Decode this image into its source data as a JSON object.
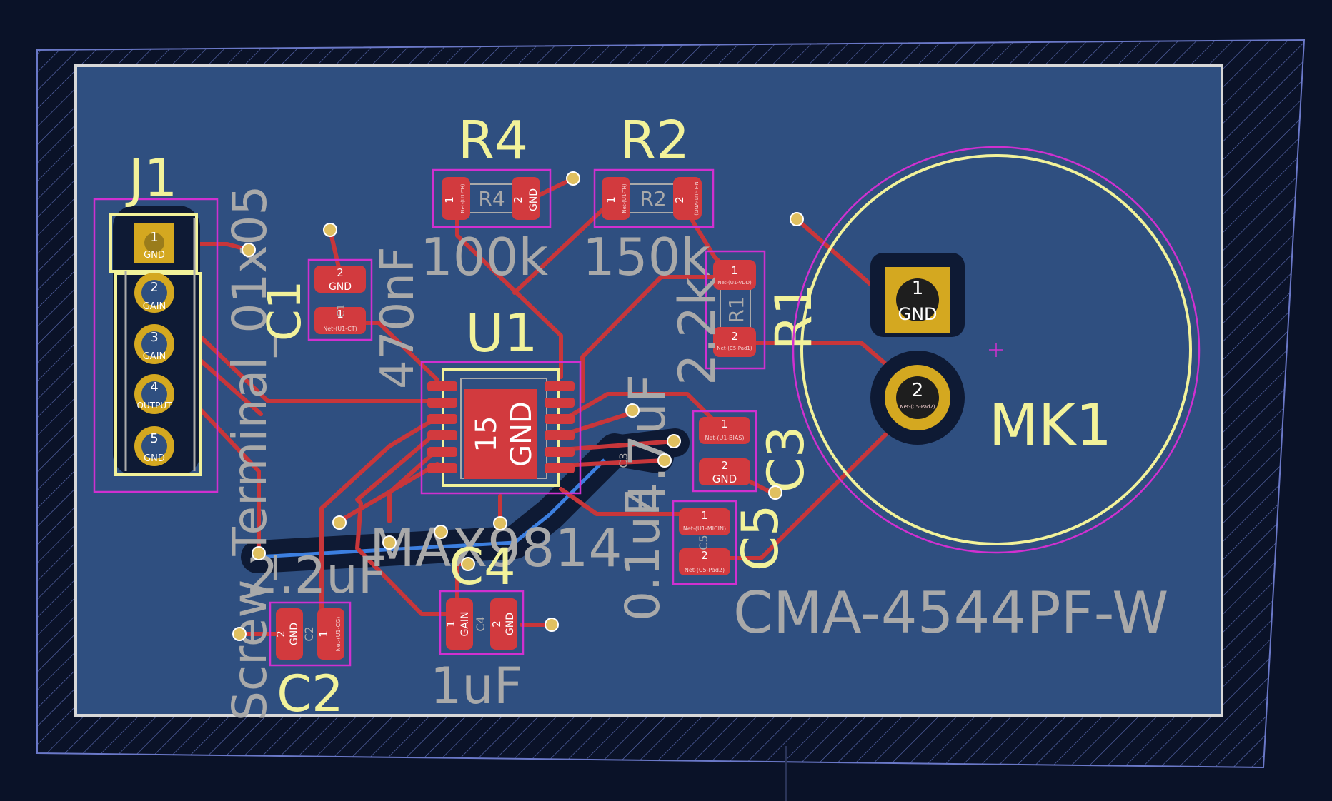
{
  "colors": {
    "background": "#0a1228",
    "board_fill": "#2f4f80",
    "board_edge": "#d8d8d8",
    "hatch": "#5a6ab0",
    "copper_front": "#c8363a",
    "copper_back": "#3c7fe0",
    "pad_front": "#d23a3e",
    "through_pad": "#d4a820",
    "courtyard": "#d030d0",
    "silkscreen": "#f2f29a",
    "fab_text": "#a9a9a9",
    "via": "#e0c060"
  },
  "board": {
    "components": {
      "J1": {
        "ref": "J1",
        "value": "Screw_Terminal_01x05"
      },
      "U1": {
        "ref": "U1",
        "value": "MAX9814",
        "ep_pin": "15",
        "ep_net": "GND"
      },
      "R4": {
        "ref": "R4",
        "value": "100k",
        "fab": "R4",
        "pin1": "1",
        "pin2": "2",
        "pin2_net": "GND",
        "pin1_net": "Net-(U1-TH)"
      },
      "R2": {
        "ref": "R2",
        "value": "150k",
        "fab": "R2",
        "pin1": "1",
        "pin2": "2",
        "pin1_net": "Net-(U1-TH)",
        "pin2_net": "Net-(U1-VDD)"
      },
      "R1": {
        "ref": "R1",
        "value": "2.2k",
        "fab": "R1",
        "pin1": "1",
        "pin2": "2",
        "pin1_net": "Net-(U1-VDD)",
        "pin2_net": "Net-(C5-Pad1)"
      },
      "C1": {
        "ref": "C1",
        "value": "470nF",
        "fab": "C1",
        "pin1": "1",
        "pin2": "2",
        "pin2_net": "GND",
        "pin1_net": "Net-(U1-CT)"
      },
      "C2": {
        "ref": "C2",
        "value": "2.2uF",
        "fab": "C2",
        "pin1": "1",
        "pin2": "2",
        "pin2_net": "GND",
        "pin1_net": "Net-(U1-CG)"
      },
      "C3": {
        "ref": "C3",
        "value": "4.7uF",
        "fab": "C3",
        "pin1": "1",
        "pin2": "2",
        "pin1_net": "Net-(U1-BIAS)",
        "pin2_net": "GND"
      },
      "C4": {
        "ref": "C4",
        "value": "1uF",
        "fab": "C4",
        "pin1": "1",
        "pin2": "2",
        "pin1_net": "GAIN",
        "pin2_net": "GND"
      },
      "C5": {
        "ref": "C5",
        "value": "0.1uF",
        "fab": "C5",
        "pin1": "1",
        "pin2": "2",
        "pin1_net": "Net-(U1-MICIN)",
        "pin2_net": "Net-(C5-Pad2)"
      },
      "MK1": {
        "ref": "MK1",
        "value": "CMA-4544PF-W",
        "pin1": "1",
        "pin1_net": "GND",
        "pin2": "2",
        "pin2_net": "Net-(C5-Pad2)"
      }
    },
    "j1_pins": [
      {
        "num": "1",
        "net": "GND"
      },
      {
        "num": "2",
        "net": "GAIN"
      },
      {
        "num": "3",
        "net": "GAIN"
      },
      {
        "num": "4",
        "net": "OUTPUT"
      },
      {
        "num": "5",
        "net": "GND"
      }
    ]
  }
}
